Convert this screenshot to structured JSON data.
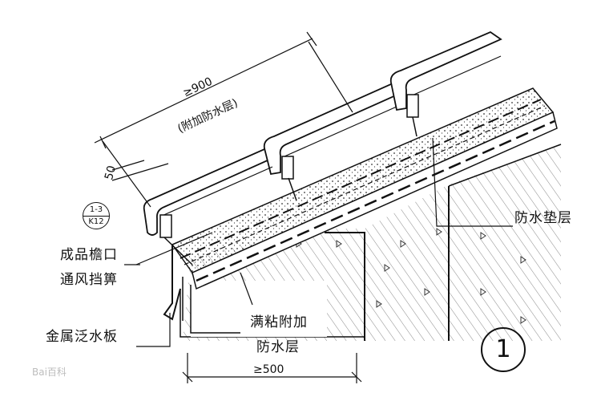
{
  "labels": {
    "overlap_dim": "≥900",
    "overlap_note": "(附加防水层)",
    "dim_50": "50",
    "base_dim": "≥500",
    "waterproof_underlay": "防水垫层",
    "eave_vent_1": "成品檐口",
    "eave_vent_2": "通风挡箅",
    "metal_flashing": "金属泛水板",
    "full_bond_1": "满粘附加",
    "full_bond_2": "防水层",
    "detail_number": "1"
  },
  "ref_bubble": {
    "top": "1-3",
    "bottom": "K12"
  },
  "watermark": "Bai百科"
}
